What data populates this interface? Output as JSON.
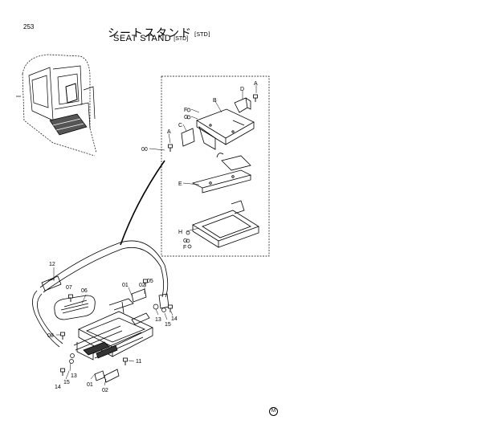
{
  "header": {
    "page_number": "253",
    "title_jp": "シートスタンド",
    "title_en": "SEAT  STAND",
    "variant": "[STD]"
  },
  "detail_box": {
    "callout_label": "00",
    "labels": [
      "A",
      "B",
      "C",
      "D",
      "A",
      "F",
      "G",
      "E",
      "H",
      "G",
      "F"
    ]
  },
  "main_assembly": {
    "labels": [
      "12",
      "07",
      "06",
      "01",
      "02",
      "05",
      "13",
      "14",
      "15",
      "08",
      "11",
      "13",
      "15",
      "14",
      "01",
      "02"
    ]
  },
  "footer": {
    "mark": "M"
  }
}
